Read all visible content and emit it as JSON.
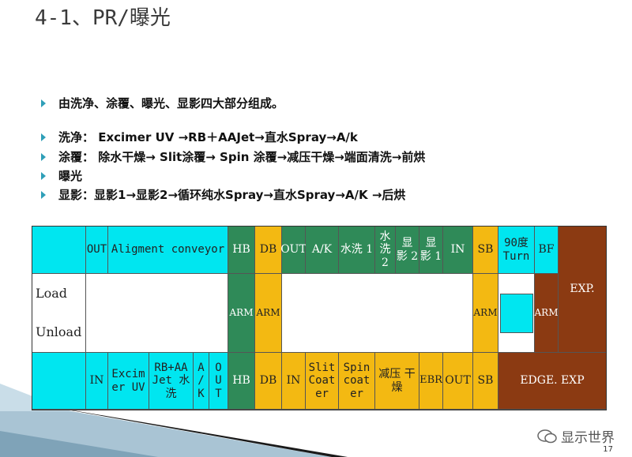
{
  "title": "4-1、PR/曝光",
  "bullets": [
    "由洗净、涂覆、曝光、显影四大部分组成。",
    "洗净： Excimer UV →RB＋AAJet→直水Spray→A/k",
    "涂覆： 除水干燥→ Slit涂覆→ Spin 涂覆→减压干燥→端面清洗→前烘",
    "曝光",
    "显影：显影1→显影2→循环纯水Spray→直水Spray→A/K →后烘"
  ],
  "diagram": {
    "load": "Load",
    "unload": "Unload",
    "top": {
      "out1": "OUT",
      "alignment": "Aligment conveyor",
      "hb": "HB",
      "db": "DB",
      "out2": "OUT",
      "ak": "A/K",
      "rinse1": "水洗 1",
      "rinse2": "水 洗 2",
      "dev2": "显 影 2",
      "dev1": "显 影 1",
      "in": "IN",
      "sb": "SB",
      "turn": "90度 Turn",
      "bf": "BF"
    },
    "middle": {
      "arm_hb": "ARM",
      "arm_db": "ARM",
      "arm_sb": "ARM",
      "arm_right": "ARM",
      "exp": "EXP."
    },
    "bottom": {
      "in": "IN",
      "excimer": "Excim er UV",
      "rbaa": "RB+AA Jet 水洗",
      "ak": "A / K",
      "out": "O U T",
      "hb": "HB",
      "db": "DB",
      "in2": "IN",
      "slit": "Slit Coat er",
      "spin": "Spin coat er",
      "vcd": "减压 干燥",
      "ebr": "EBR",
      "out2": "OUT",
      "sb": "SB",
      "edge": "EDGE. EXP"
    }
  },
  "logo_text": "显示世界",
  "page_number": "17",
  "colors": {
    "light_blue": "#00e6f0",
    "green": "#2f8a58",
    "gold": "#f3b912",
    "brown": "#8b3a12",
    "bullet": "#2f9fb8"
  }
}
